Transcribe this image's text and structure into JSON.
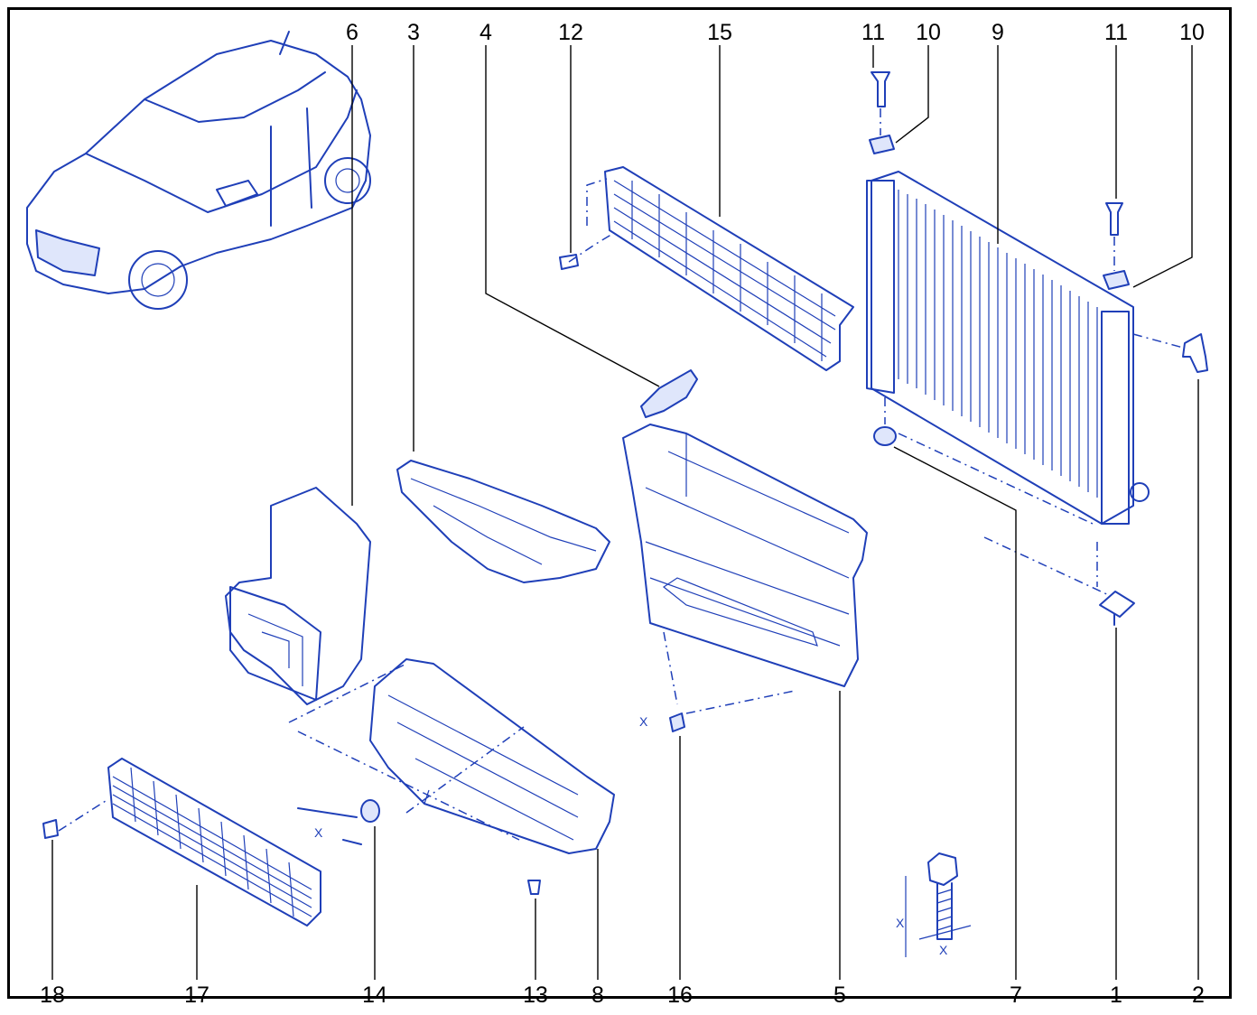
{
  "diagram": {
    "labels_top": [
      "6",
      "3",
      "4",
      "12",
      "15",
      "11",
      "10",
      "9",
      "11",
      "10"
    ],
    "labels_bottom": [
      "18",
      "17",
      "14",
      "13",
      "8",
      "16",
      "5",
      "7",
      "1",
      "2"
    ],
    "dimension_marks": [
      "X",
      "X",
      "X",
      "X"
    ]
  },
  "colors": {
    "line_art": "#1f3fb8",
    "labels": "#000000",
    "background": "#ffffff"
  }
}
